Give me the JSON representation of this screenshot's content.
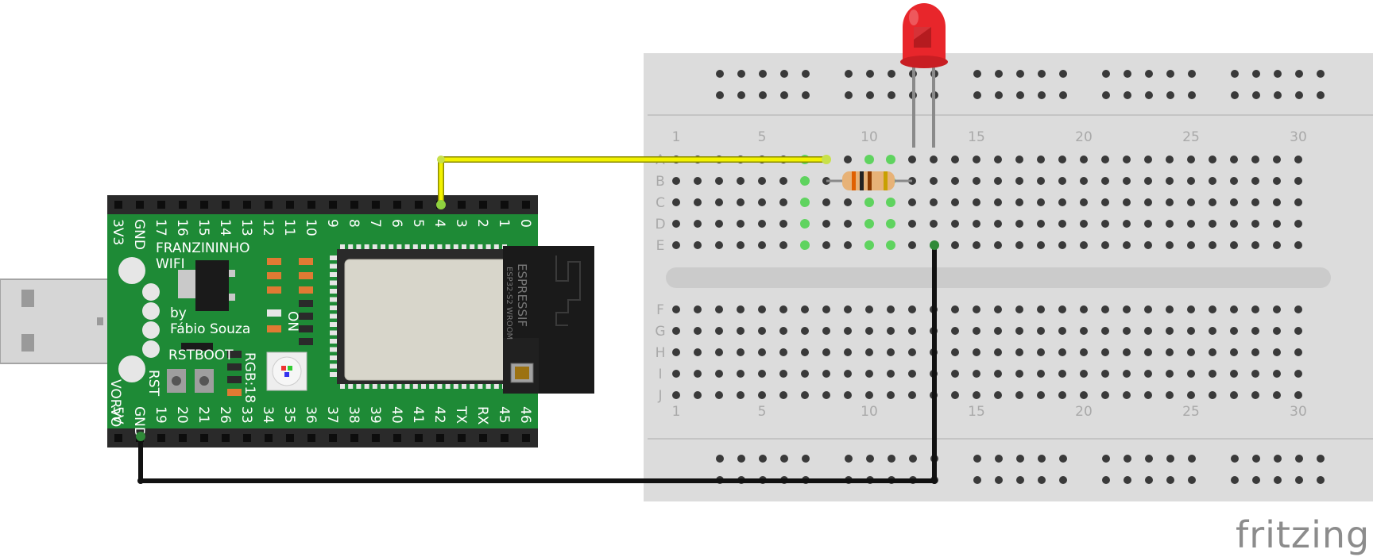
{
  "breadcrumb_rows_top": [
    "A",
    "B",
    "C",
    "D",
    "E"
  ],
  "breadcrumb_rows_bottom": [
    "F",
    "G",
    "H",
    "I",
    "J"
  ],
  "breadboard": {
    "column_numbers": [
      "1",
      "5",
      "10",
      "15",
      "20",
      "25",
      "30"
    ]
  },
  "board": {
    "name_line1": "FRANZININHO",
    "name_line2": "WIFI",
    "by_line1": "by",
    "by_line2": "Fábio Souza",
    "top_pins": [
      "3V3",
      "GND",
      "17",
      "16",
      "15",
      "14",
      "13",
      "12",
      "11",
      "10",
      "9",
      "8",
      "7",
      "6",
      "5",
      "4",
      "3",
      "2",
      "1",
      "0"
    ],
    "bottom_pins": [
      "5V",
      "GND",
      "19",
      "20",
      "21",
      "26",
      "33",
      "34",
      "35",
      "36",
      "37",
      "38",
      "39",
      "40",
      "41",
      "42",
      "TX",
      "RX",
      "45",
      "46"
    ],
    "rst_label": "RST",
    "boot_label": "BOOT",
    "rst_side_label": "RST",
    "rgb_label": "RGB:18",
    "on_label": "ON",
    "vbus_label": "VORVO",
    "module_brand": "ESPRESSIF",
    "module_name": "ESP32-S2 WROOM"
  },
  "watermark": "fritzing",
  "colors": {
    "breadboard": "#dcdcdc",
    "pcb": "#1e8a36",
    "yellow_wire": "#f2f200",
    "black_wire": "#111111",
    "led": "#e8262b",
    "active_hole": "#5fd35f"
  },
  "icons": {
    "led": "led-icon",
    "resistor": "resistor-icon",
    "usb": "usb-connector-icon"
  }
}
